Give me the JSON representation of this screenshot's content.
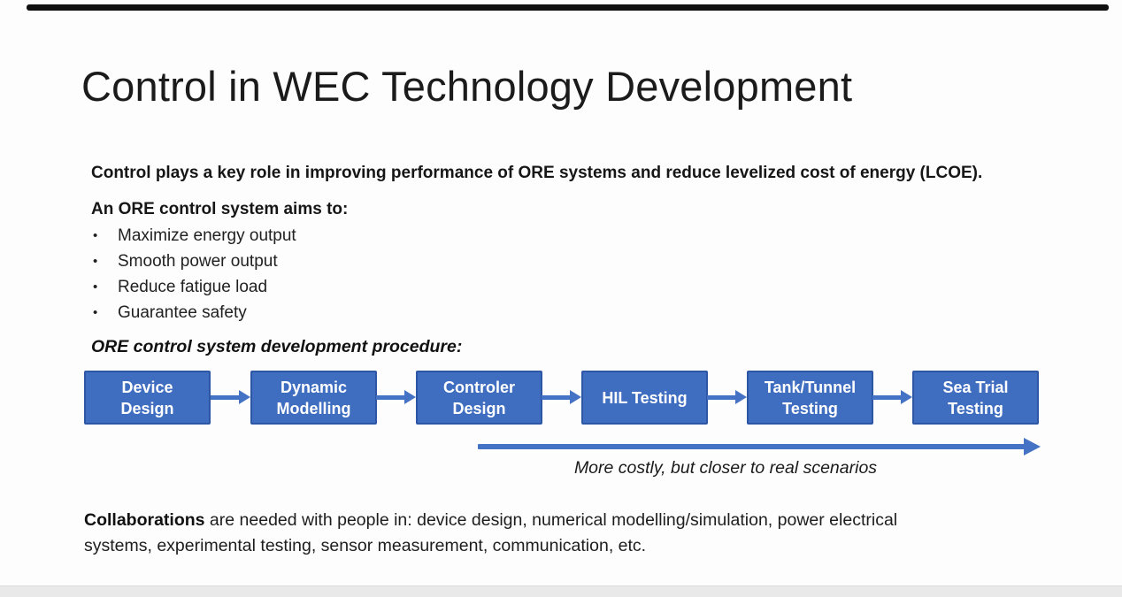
{
  "player": {
    "progress_bar": "video-progress-bar"
  },
  "slide": {
    "title": "Control in WEC Technology Development",
    "intro": "Control plays a key role in improving performance of ORE systems and reduce levelized cost of energy (LCOE).",
    "aims_heading": "An ORE control system aims to:",
    "bullet_glyph": "•",
    "aims": [
      "Maximize energy output",
      "Smooth power output",
      "Reduce fatigue load",
      "Guarantee safety"
    ],
    "procedure_heading": "ORE control system development procedure:",
    "flow": {
      "boxes": [
        {
          "line1": "Device",
          "line2": "Design"
        },
        {
          "line1": "Dynamic",
          "line2": "Modelling"
        },
        {
          "line1": "Controler",
          "line2": "Design"
        },
        {
          "line1": "HIL Testing",
          "line2": ""
        },
        {
          "line1": "Tank/Tunnel",
          "line2": "Testing"
        },
        {
          "line1": "Sea Trial",
          "line2": "Testing"
        }
      ],
      "arrow_caption": "More costly, but closer to real scenarios"
    },
    "collaboration": {
      "lead": "Collaborations",
      "line1_rest": " are needed with people in: device design, numerical modelling/simulation, power electrical",
      "line2": "systems, experimental testing, sensor measurement, communication, etc."
    },
    "colors": {
      "box_fill": "#3f6dc0",
      "box_border": "#2d57a5",
      "arrow": "#4472c4"
    }
  }
}
